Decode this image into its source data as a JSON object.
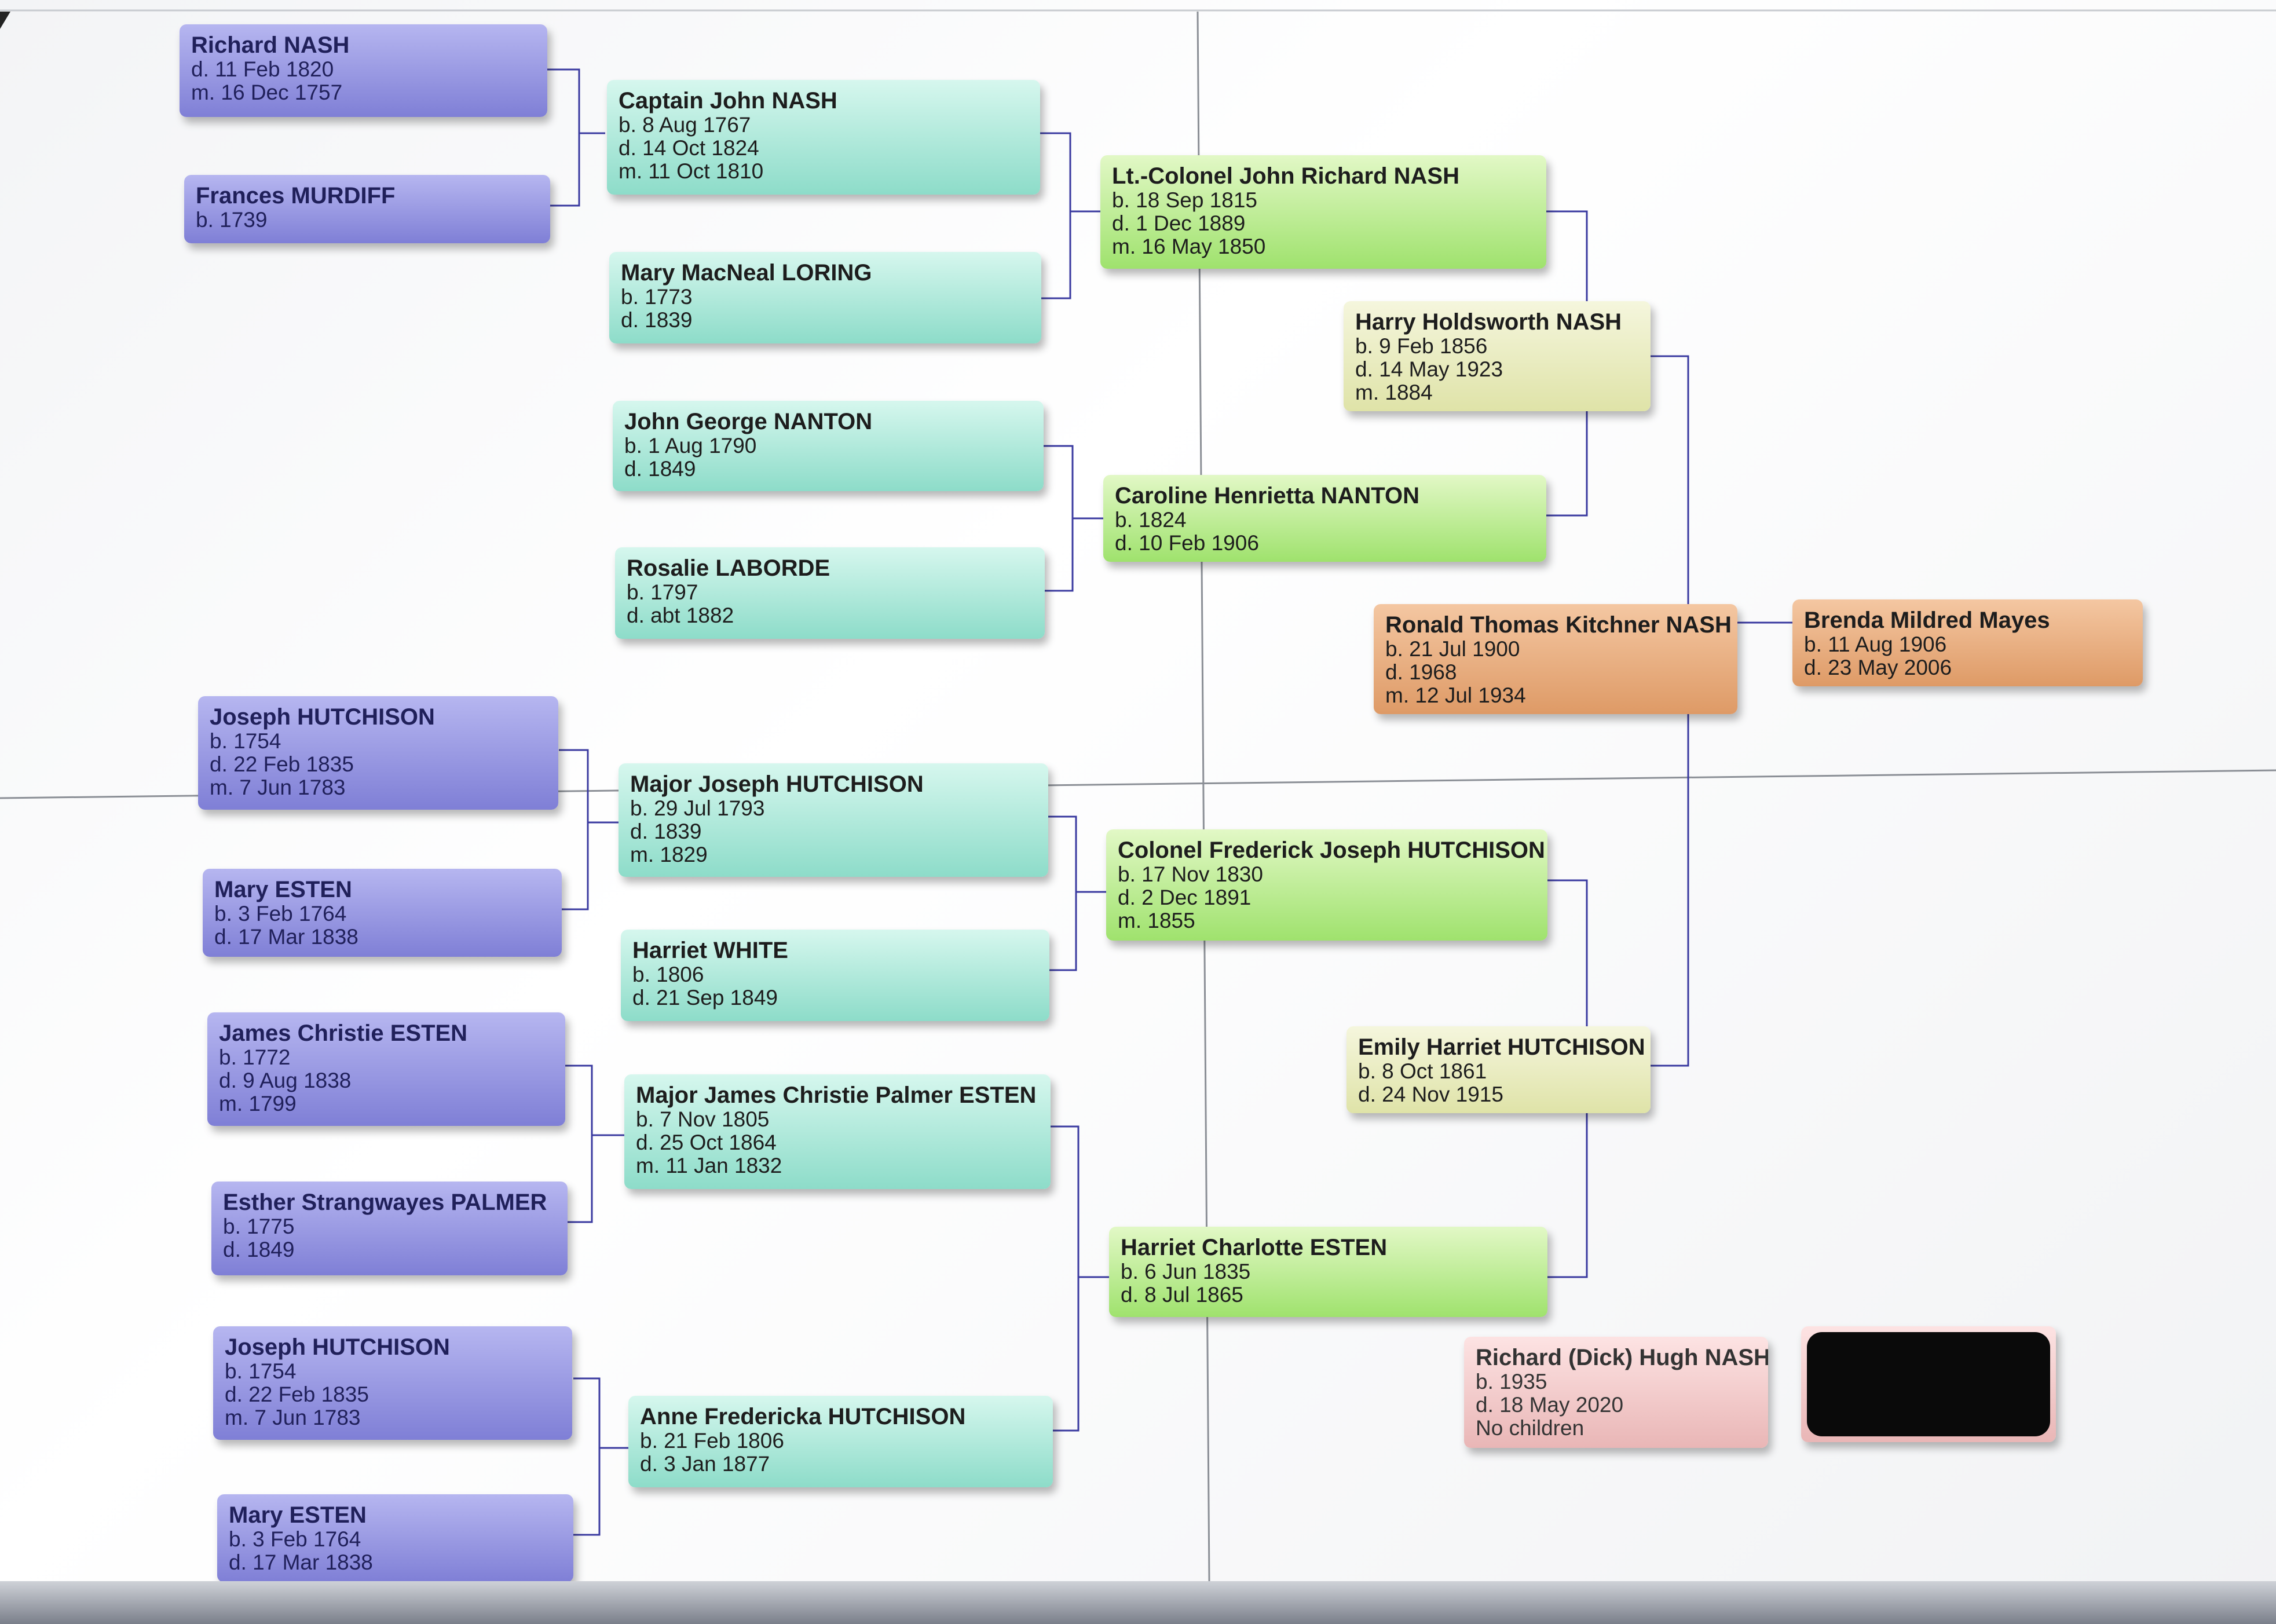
{
  "colors": {
    "grid_line": "#8b8f96",
    "connector": "#3a3aa0"
  },
  "people": {
    "richard_nash": {
      "name": "Richard NASH",
      "lines": [
        "d. 11 Feb 1820",
        "m. 16 Dec 1757"
      ]
    },
    "frances_murdiff": {
      "name": "Frances MURDIFF",
      "lines": [
        "b. 1739"
      ]
    },
    "captain_john_nash": {
      "name": "Captain John NASH",
      "lines": [
        "b. 8 Aug 1767",
        "d. 14 Oct 1824",
        "m. 11 Oct 1810"
      ]
    },
    "mary_loring": {
      "name": "Mary MacNeal LORING",
      "lines": [
        "b. 1773",
        "d. 1839"
      ]
    },
    "john_george_nanton": {
      "name": "John George NANTON",
      "lines": [
        "b. 1 Aug 1790",
        "d. 1849"
      ]
    },
    "rosalie_laborde": {
      "name": "Rosalie LABORDE",
      "lines": [
        "b. 1797",
        "d. abt 1882"
      ]
    },
    "lt_colonel_john_richard_nash": {
      "name": "Lt.-Colonel John Richard NASH",
      "lines": [
        "b. 18 Sep 1815",
        "d. 1 Dec 1889",
        "m. 16 May 1850"
      ]
    },
    "caroline_nanton": {
      "name": "Caroline Henrietta NANTON",
      "lines": [
        "b. 1824",
        "d. 10 Feb 1906"
      ]
    },
    "harry_nash": {
      "name": "Harry Holdsworth NASH",
      "lines": [
        "b. 9 Feb 1856",
        "d. 14 May 1923",
        "m. 1884"
      ]
    },
    "ronald_nash": {
      "name": "Ronald Thomas Kitchner NASH",
      "lines": [
        "b. 21 Jul 1900",
        "d. 1968",
        "m. 12 Jul 1934"
      ]
    },
    "brenda_mayes": {
      "name": "Brenda Mildred Mayes",
      "lines": [
        "b. 11 Aug 1906",
        "d. 23 May 2006"
      ]
    },
    "joseph_hutchison_1": {
      "name": "Joseph HUTCHISON",
      "lines": [
        "b. 1754",
        "d. 22 Feb 1835",
        "m. 7 Jun 1783"
      ]
    },
    "mary_esten_1": {
      "name": "Mary ESTEN",
      "lines": [
        "b. 3 Feb 1764",
        "d. 17 Mar 1838"
      ]
    },
    "major_joseph_hutchison": {
      "name": "Major Joseph HUTCHISON",
      "lines": [
        "b. 29 Jul 1793",
        "d. 1839",
        "m. 1829"
      ]
    },
    "harriet_white": {
      "name": "Harriet WHITE",
      "lines": [
        "b. 1806",
        "d. 21 Sep 1849"
      ]
    },
    "colonel_frederick_hutchison": {
      "name": "Colonel Frederick Joseph HUTCHISON",
      "lines": [
        "b. 17 Nov 1830",
        "d. 2 Dec 1891",
        "m. 1855"
      ]
    },
    "emily_hutchison": {
      "name": "Emily Harriet HUTCHISON",
      "lines": [
        "b. 8 Oct 1861",
        "d. 24 Nov 1915"
      ]
    },
    "james_christie_esten": {
      "name": "James Christie ESTEN",
      "lines": [
        "b. 1772",
        "d. 9 Aug 1838",
        "m. 1799"
      ]
    },
    "esther_palmer": {
      "name": "Esther Strangwayes PALMER",
      "lines": [
        "b. 1775",
        "d. 1849"
      ]
    },
    "major_james_esten": {
      "name": "Major James Christie Palmer ESTEN",
      "lines": [
        "b. 7 Nov 1805",
        "d. 25 Oct 1864",
        "m. 11 Jan 1832"
      ]
    },
    "harriet_charlotte_esten": {
      "name": "Harriet Charlotte ESTEN",
      "lines": [
        "b. 6 Jun 1835",
        "d. 8 Jul 1865"
      ]
    },
    "joseph_hutchison_2": {
      "name": "Joseph HUTCHISON",
      "lines": [
        "b. 1754",
        "d. 22 Feb 1835",
        "m. 7 Jun 1783"
      ]
    },
    "mary_esten_2": {
      "name": "Mary ESTEN",
      "lines": [
        "b. 3 Feb 1764",
        "d. 17 Mar 1838"
      ]
    },
    "anne_hutchison": {
      "name": "Anne Fredericka HUTCHISON",
      "lines": [
        "b. 21 Feb 1806",
        "d. 3 Jan 1877"
      ]
    },
    "richard_dick_nash": {
      "name": "Richard (Dick) Hugh NASH",
      "lines": [
        "b. 1935",
        "d. 18 May 2020",
        "No children"
      ]
    }
  }
}
